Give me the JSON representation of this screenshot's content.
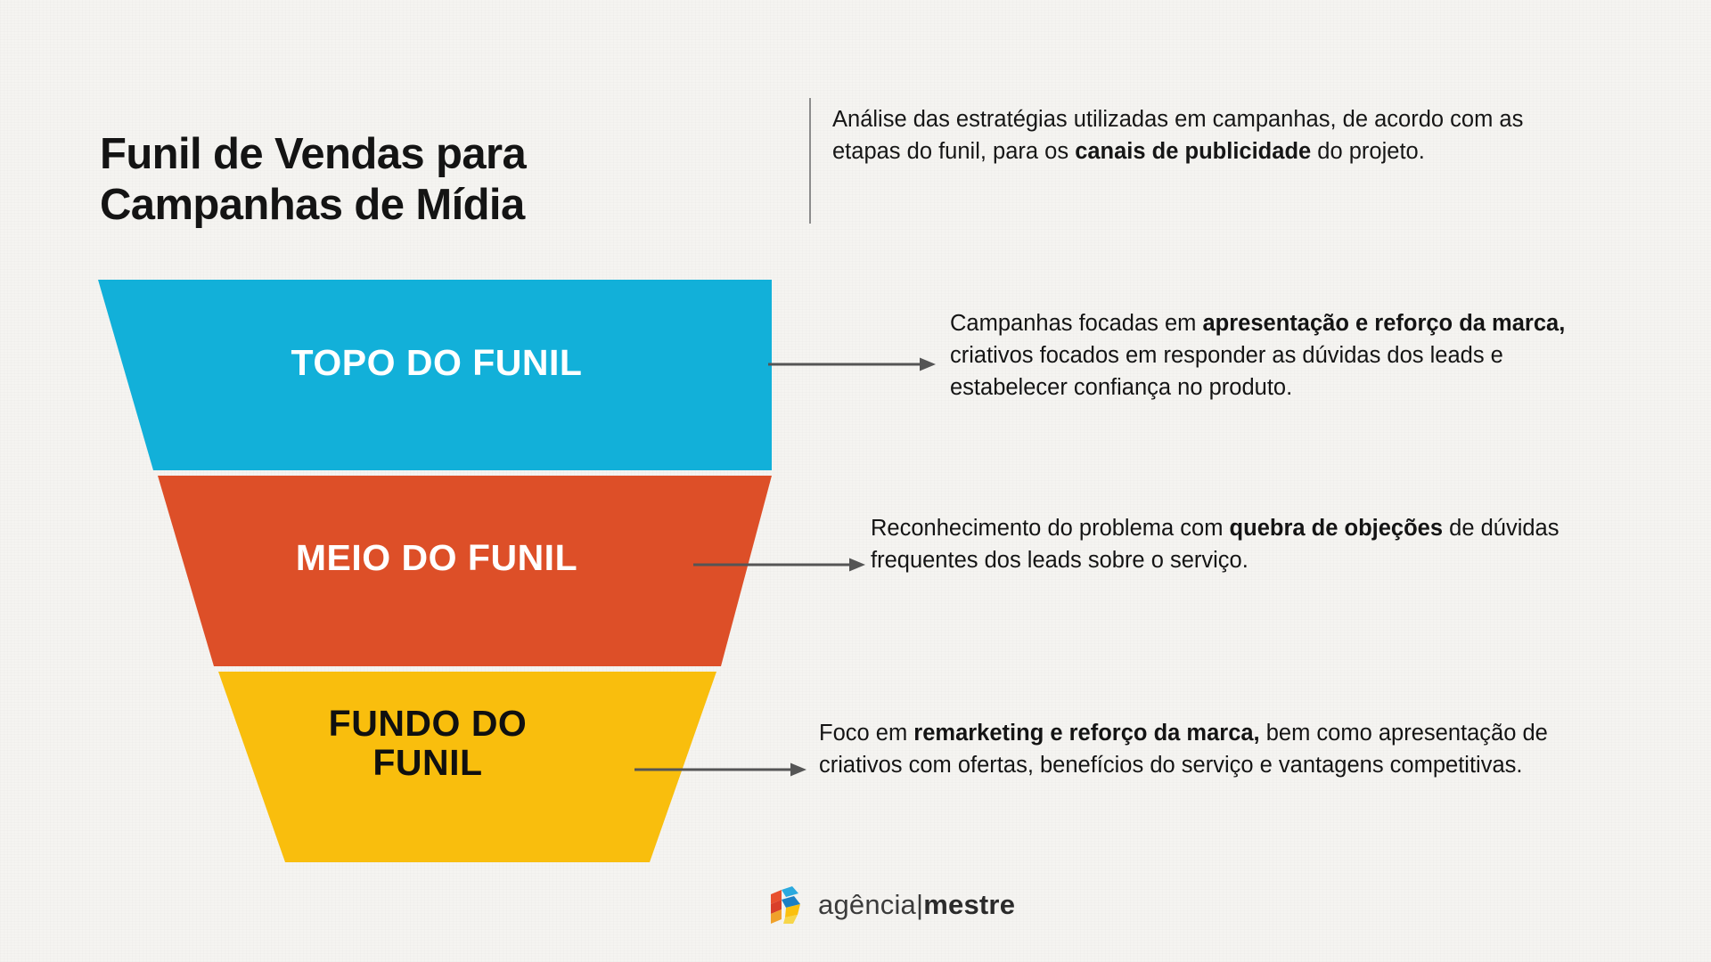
{
  "header": {
    "title": "Funil de Vendas para\nCampanhas de Mídia",
    "intro_line1": "Análise das estratégias utilizadas em campanhas, de",
    "intro_line2_a": "acordo com as etapas do funil, para os ",
    "intro_line2_bold": "canais  de",
    "intro_line3_bold": "publicidade",
    "intro_line3_a": " do projeto."
  },
  "funnel": {
    "stages": [
      {
        "id": "topo",
        "label": "TOPO DO FUNIL",
        "color": "#12B0D9",
        "label_color": "#FFFFFF"
      },
      {
        "id": "meio",
        "label": "MEIO DO FUNIL",
        "color": "#DD4F28",
        "label_color": "#FFFFFF"
      },
      {
        "id": "fundo",
        "label": "FUNDO DO\nFUNIL",
        "color": "#F9BE0D",
        "label_color": "#101010"
      }
    ]
  },
  "descriptions": [
    {
      "id": "topo-desc",
      "plain1": "Campanhas focadas em ",
      "bold1": "apresentação e reforço da marca,",
      "plain2": " criativos focados em responder as dúvidas dos leads e estabelecer confiança no produto."
    },
    {
      "id": "meio-desc",
      "plain1": "Reconhecimento do problema com ",
      "bold1": "quebra de objeções",
      "plain2": " de dúvidas frequentes dos leads sobre o serviço."
    },
    {
      "id": "fundo-desc",
      "plain1": "Foco em ",
      "bold1": "remarketing e reforço da marca,",
      "plain2": " bem como apresentação de criativos com ofertas, benefícios do serviço e vantagens competitivas."
    }
  ],
  "logo": {
    "word_thin": "agência",
    "separator": "|",
    "word_bold": "mestre"
  },
  "colors": {
    "background": "#F5F4F1",
    "cyan": "#12B0D9",
    "red": "#DD4F28",
    "yellow": "#F9BE0D",
    "text": "#141414",
    "arrow": "#555555",
    "divider": "#8C8C8C"
  },
  "arrows": [
    {
      "id": "arrow-to-topo"
    },
    {
      "id": "arrow-to-meio"
    },
    {
      "id": "arrow-to-fundo"
    }
  ]
}
